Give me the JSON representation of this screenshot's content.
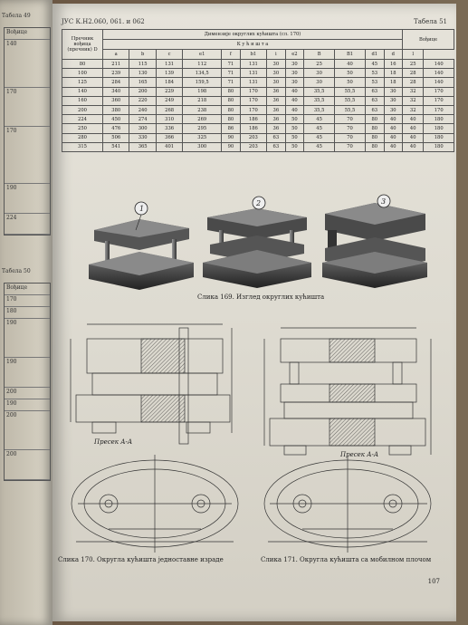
{
  "page": {
    "header_left": "ЈУС К.Н2.060, 061. и 062",
    "header_right": "Табела 51",
    "page_number": "107"
  },
  "table": {
    "col_header_d": "Пречник вођица (пречник) D",
    "col_header_group": "Димензије округлих кућишта (сл. 170)",
    "col_header_sub": "К у ћ и ш т а",
    "col_header_guides": "Вођице",
    "columns": [
      "a",
      "b",
      "c",
      "e1",
      "f",
      "b1",
      "i",
      "e2",
      "B",
      "B1",
      "d1",
      "d",
      "l"
    ],
    "rows": [
      [
        "80",
        "211",
        "115",
        "131",
        "112",
        "71",
        "131",
        "30",
        "30",
        "25",
        "40",
        "45",
        "16",
        "25",
        "140"
      ],
      [
        "100",
        "239",
        "130",
        "139",
        "134,5",
        "71",
        "131",
        "30",
        "30",
        "30",
        "50",
        "53",
        "18",
        "28",
        "140"
      ],
      [
        "125",
        "284",
        "165",
        "184",
        "159,5",
        "71",
        "131",
        "30",
        "30",
        "30",
        "50",
        "53",
        "18",
        "28",
        "140"
      ],
      [
        "140",
        "340",
        "200",
        "229",
        "198",
        "80",
        "170",
        "36",
        "40",
        "35,5",
        "55,5",
        "63",
        "30",
        "32",
        "170"
      ],
      [
        "160",
        "360",
        "220",
        "249",
        "218",
        "80",
        "170",
        "36",
        "40",
        "35,5",
        "55,5",
        "63",
        "30",
        "32",
        "170"
      ],
      [
        "200",
        "380",
        "240",
        "268",
        "238",
        "80",
        "170",
        "36",
        "40",
        "35,5",
        "55,5",
        "63",
        "30",
        "32",
        "170"
      ],
      [
        "224",
        "450",
        "274",
        "310",
        "269",
        "80",
        "186",
        "36",
        "50",
        "45",
        "70",
        "80",
        "40",
        "40",
        "180"
      ],
      [
        "250",
        "476",
        "300",
        "336",
        "295",
        "86",
        "186",
        "36",
        "50",
        "45",
        "70",
        "80",
        "40",
        "40",
        "180"
      ],
      [
        "280",
        "506",
        "330",
        "366",
        "325",
        "90",
        "203",
        "63",
        "50",
        "45",
        "70",
        "80",
        "40",
        "40",
        "180"
      ],
      [
        "315",
        "541",
        "365",
        "401",
        "300",
        "90",
        "203",
        "63",
        "50",
        "45",
        "70",
        "80",
        "40",
        "40",
        "180"
      ]
    ]
  },
  "captions": {
    "fig169": "Слика 169. Изглед округлих кућишта",
    "fig170": "Слика 170. Округла кућишта једноставне израде",
    "fig171": "Слика 171. Округла кућишта са мобилном плочом",
    "section_left": "Пресек А-А",
    "section_right": "Пресек А-А"
  },
  "left_page": {
    "label_top": "Табела 49",
    "label_mid": "Табела 50",
    "col_label": "Вођице",
    "values_top": [
      "140",
      "170",
      "170",
      "190",
      "224"
    ],
    "values_mid": [
      "170",
      "180",
      "190",
      "190",
      "200",
      "190",
      "200",
      "200"
    ]
  }
}
